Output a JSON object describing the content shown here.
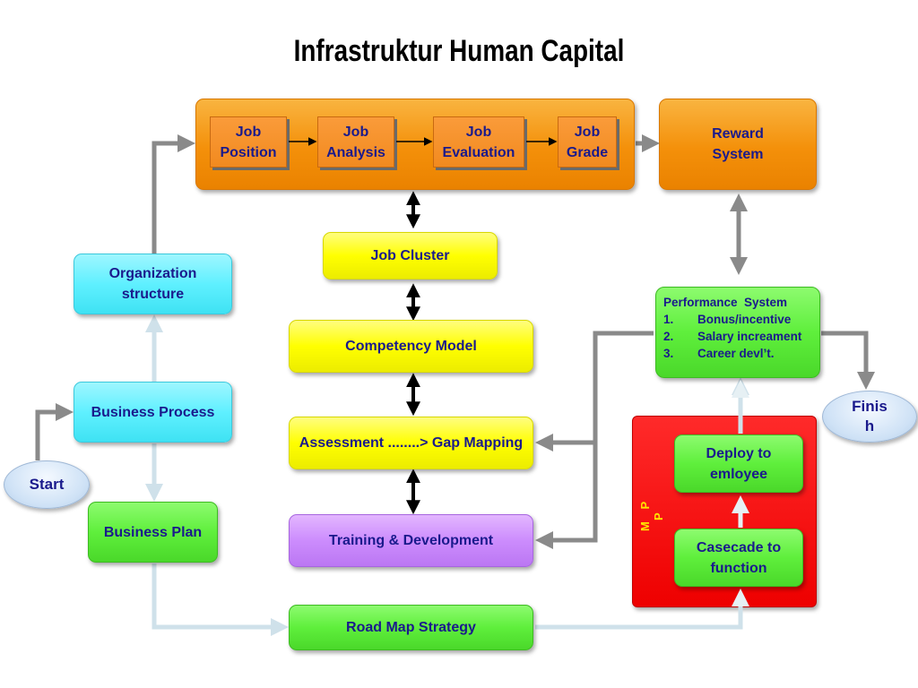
{
  "title": "Infrastruktur Human Capital",
  "job_steps": [
    "Job\nPosition",
    "Job\nAnalysis",
    "Job\nEvaluation",
    "Job\nGrade"
  ],
  "reward_system": "Reward\nSystem",
  "job_cluster": "Job Cluster",
  "competency_model": "Competency Model",
  "assessment": "Assessment ........> Gap Mapping",
  "training": "Training & Development",
  "road_map": "Road Map Strategy",
  "organization_structure": "Organization\nstructure",
  "business_process": "Business Process",
  "business_plan": "Business Plan",
  "start": "Start",
  "finish": "Finis\nh",
  "performance": {
    "heading": "Performance  System",
    "items": [
      {
        "num": "1.",
        "text": "Bonus/incentive"
      },
      {
        "num": "2.",
        "text": "Salary increament"
      },
      {
        "num": "3.",
        "text": "Career devl’t."
      }
    ]
  },
  "mpp_label": "M P P",
  "deploy": "Deploy to\nemloyee",
  "cascade": "Casecade to\nfunction",
  "colors": {
    "orange": "#f4900a",
    "yellow": "#ffff00",
    "cyan": "#5ff0ff",
    "green": "#5fef3c",
    "purple": "#cc8cfd",
    "red": "#ee0000",
    "text_navy": "#1a1a8c",
    "arrow_gray": "#808080",
    "arrow_light": "#c8dde6"
  }
}
